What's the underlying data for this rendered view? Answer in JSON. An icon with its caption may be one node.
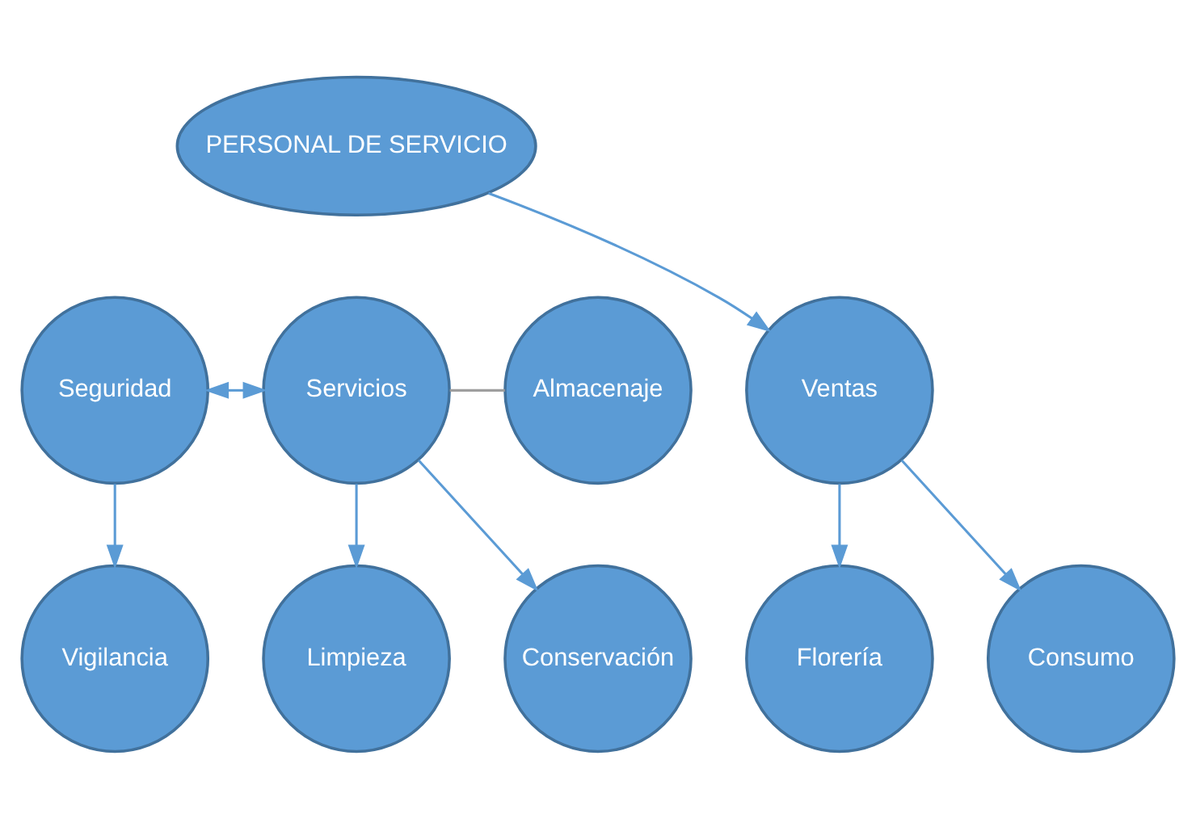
{
  "diagram": {
    "nodes": [
      {
        "text": [
          "PERSONAL DE SERVICIO"
        ]
      },
      {
        "text": [
          "Seguridad"
        ]
      },
      {
        "text": [
          "Servicios"
        ]
      },
      {
        "text": [
          "Almacenaje"
        ]
      },
      {
        "text": [
          "Vigilancia"
        ]
      },
      {
        "text": [
          "Ventas"
        ]
      },
      {
        "text": [
          "Limpieza"
        ]
      },
      {
        "text": [
          "Conservación"
        ]
      },
      {
        "text": [
          "Florería"
        ]
      },
      {
        "text": [
          "Consumo"
        ]
      }
    ],
    "edges": [
      {
        "from": 0,
        "to": 5,
        "arrow": "to"
      },
      {
        "from": 1,
        "to": 2,
        "arrow": "both"
      },
      {
        "from": 2,
        "to": 3,
        "arrow": "none",
        "color": "#9e9e9e"
      },
      {
        "from": 1,
        "to": 4,
        "arrow": "to"
      },
      {
        "from": 2,
        "to": 6,
        "arrow": "to"
      },
      {
        "from": 2,
        "to": 7,
        "arrow": "to"
      },
      {
        "from": 5,
        "to": 8,
        "arrow": "to"
      },
      {
        "from": 5,
        "to": 9,
        "arrow": "to"
      }
    ]
  }
}
